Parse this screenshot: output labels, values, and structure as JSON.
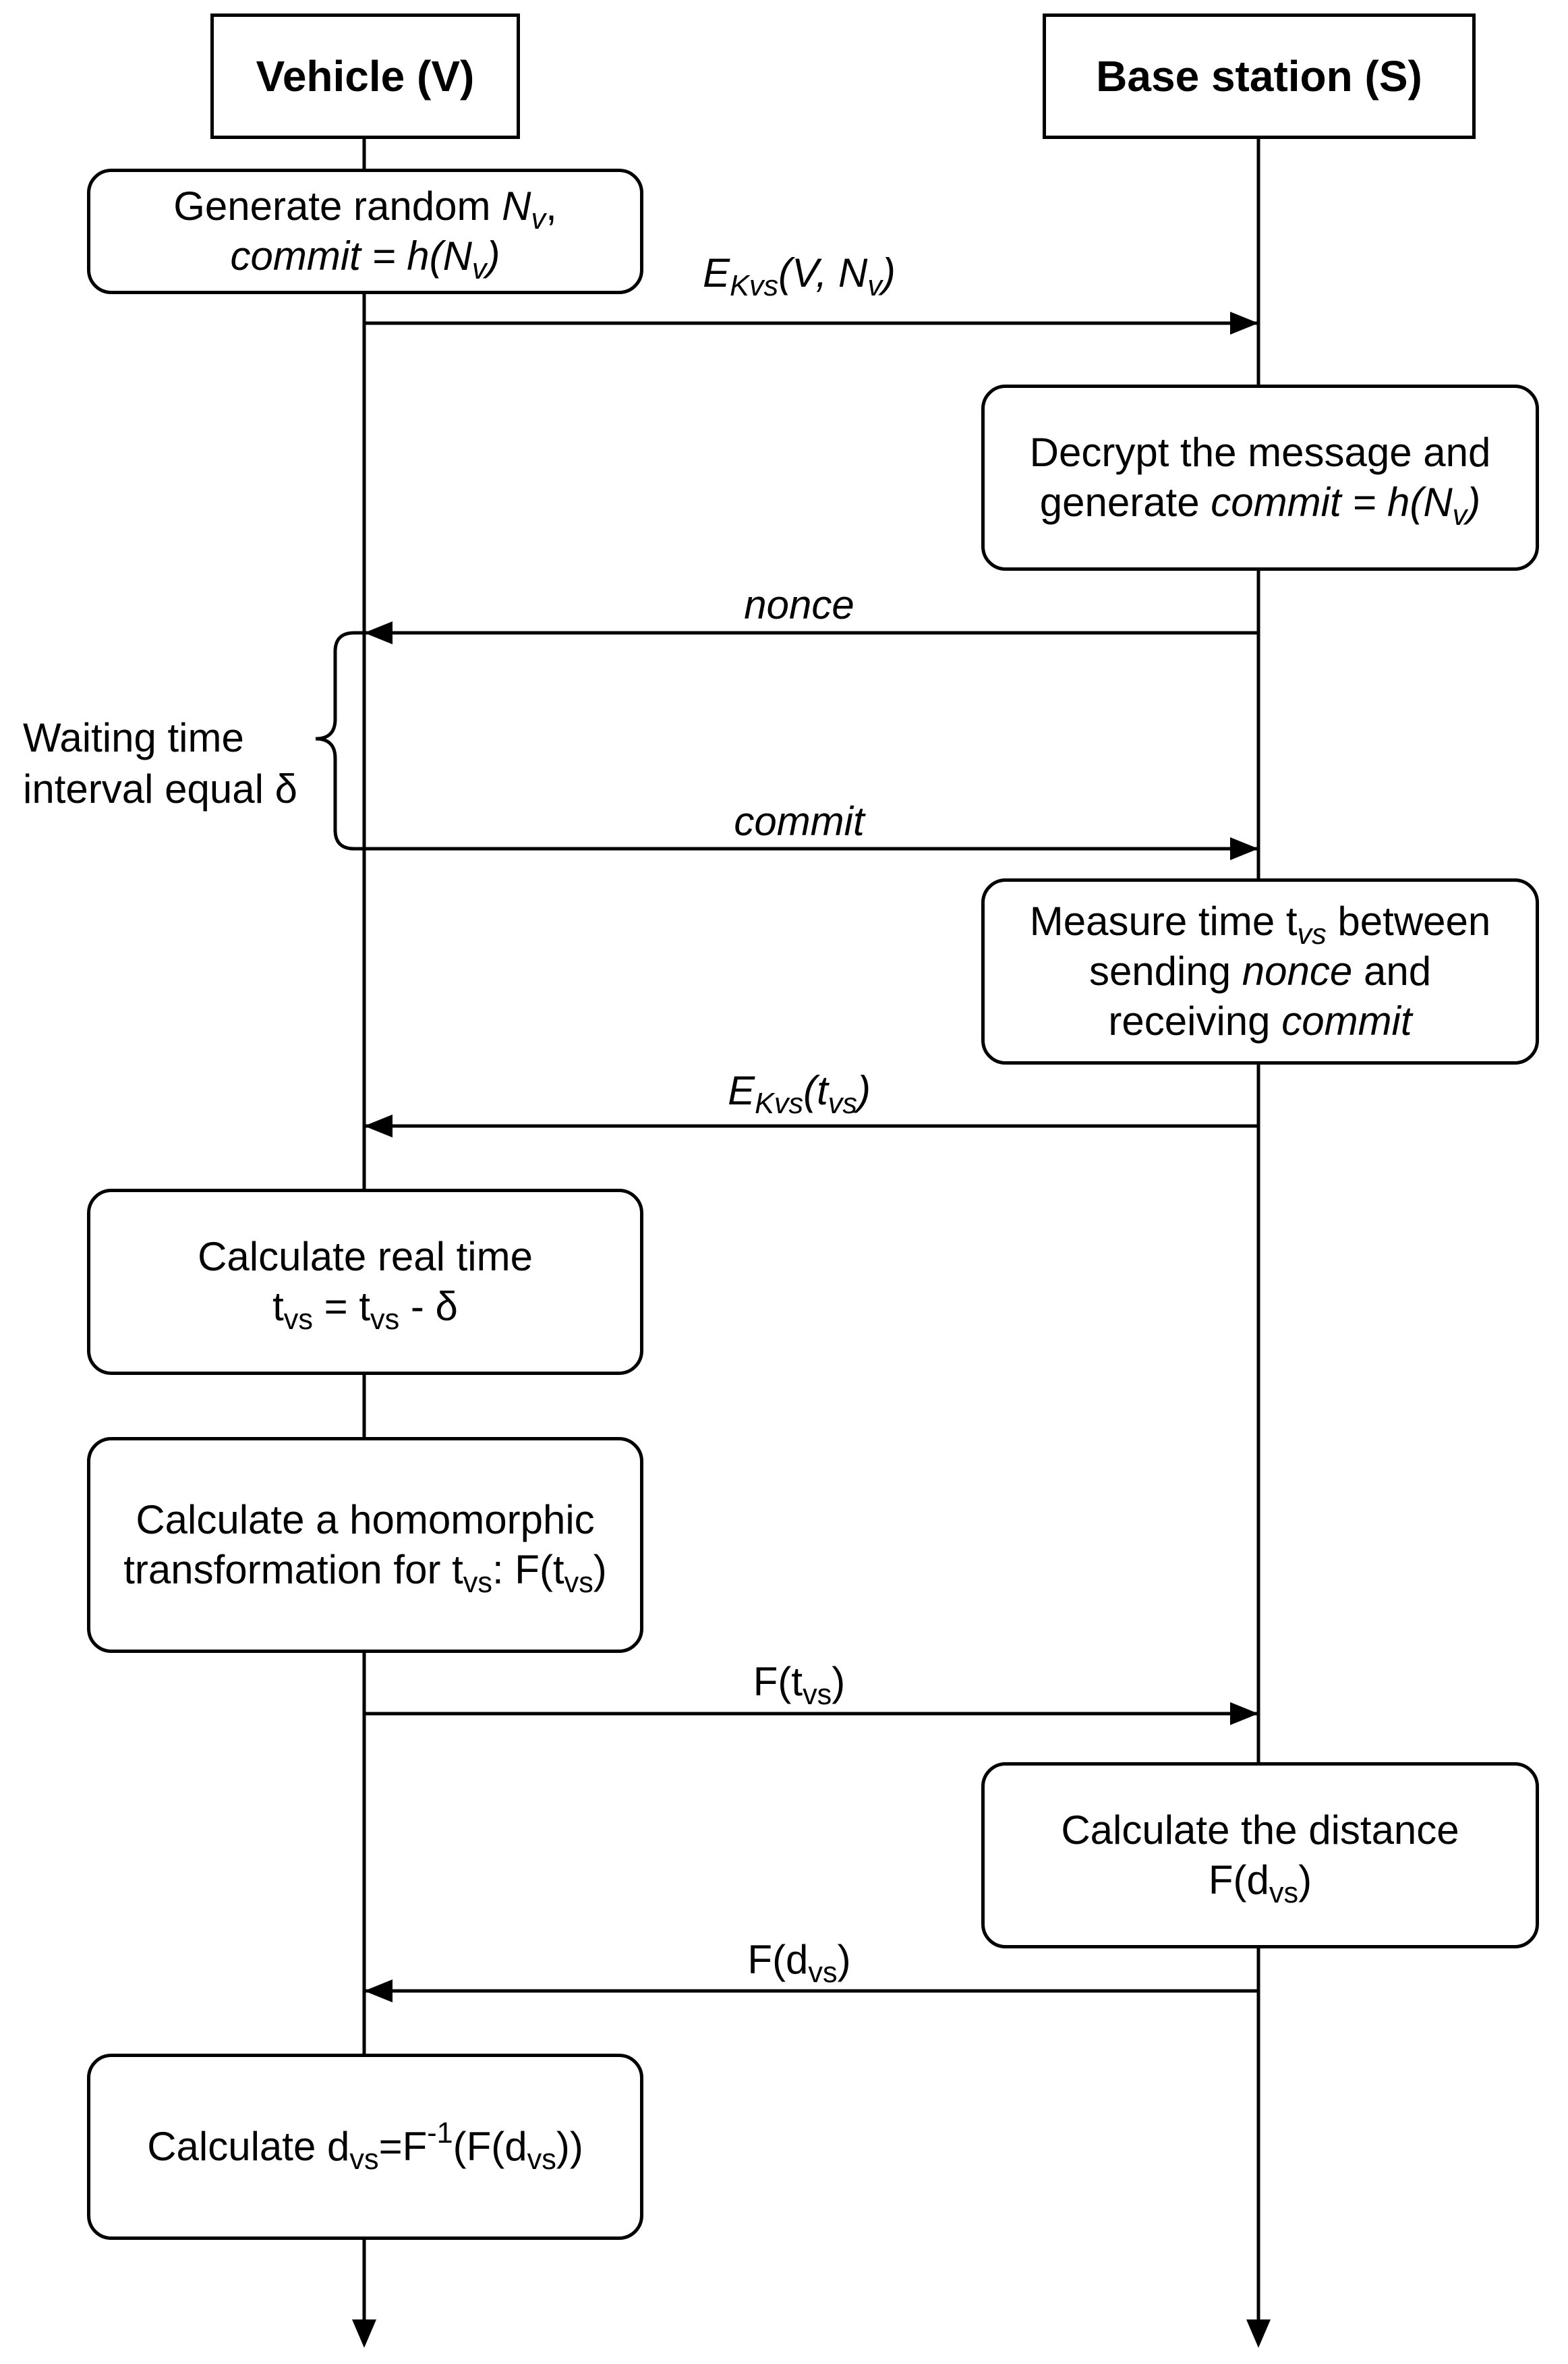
{
  "participants": {
    "vehicle": "Vehicle (V)",
    "base_station": "Base station (S)"
  },
  "steps": {
    "v_generate": {
      "line1_a": "Generate random ",
      "line1_b": "N",
      "line1_sub": "v",
      "line1_c": ",",
      "line2_a": "commit = h(N",
      "line2_sub": "v",
      "line2_b": ")"
    },
    "s_decrypt": {
      "line1": "Decrypt the message and",
      "line2_a": "generate ",
      "line2_b": "commit = h(N",
      "line2_sub": "v",
      "line2_c": ")"
    },
    "s_measure": {
      "line1_a": "Measure time t",
      "line1_sub": "vs",
      "line1_b": " between",
      "line2_a": "sending ",
      "line2_b": "nonce",
      "line2_c": " and",
      "line3_a": "receiving ",
      "line3_b": "commit"
    },
    "v_realtime": {
      "line1": "Calculate real time",
      "line2_a": "t",
      "line2_sub1": "vs",
      "line2_b": " = t",
      "line2_sub2": "vs",
      "line2_c": " - δ"
    },
    "v_homomorphic": {
      "line1": "Calculate a homomorphic",
      "line2_a": "transformation for t",
      "line2_sub1": "vs",
      "line2_b": ": F(t",
      "line2_sub2": "vs",
      "line2_c": ")"
    },
    "s_distance": {
      "line1": "Calculate the distance",
      "line2_a": "F(d",
      "line2_sub": "vs",
      "line2_b": ")"
    },
    "v_final": {
      "a": "Calculate d",
      "sub1": "vs",
      "b": "=F",
      "sup": "-1",
      "c": "(F(d",
      "sub2": "vs",
      "d": "))"
    }
  },
  "messages": {
    "m1": {
      "a": "E",
      "sub": "Kvs",
      "b": "(V, N",
      "sub2": "v",
      "c": ")"
    },
    "m2": "nonce",
    "m3": "commit",
    "m4": {
      "a": "E",
      "sub": "Kvs",
      "b": "(t",
      "sub2": "vs",
      "c": ")"
    },
    "m5": {
      "a": "F(t",
      "sub": "vs",
      "b": ")"
    },
    "m6": {
      "a": "F(d",
      "sub": "vs",
      "b": ")"
    }
  },
  "annotations": {
    "waiting_line1": "Waiting time",
    "waiting_line2": "interval equal δ"
  }
}
